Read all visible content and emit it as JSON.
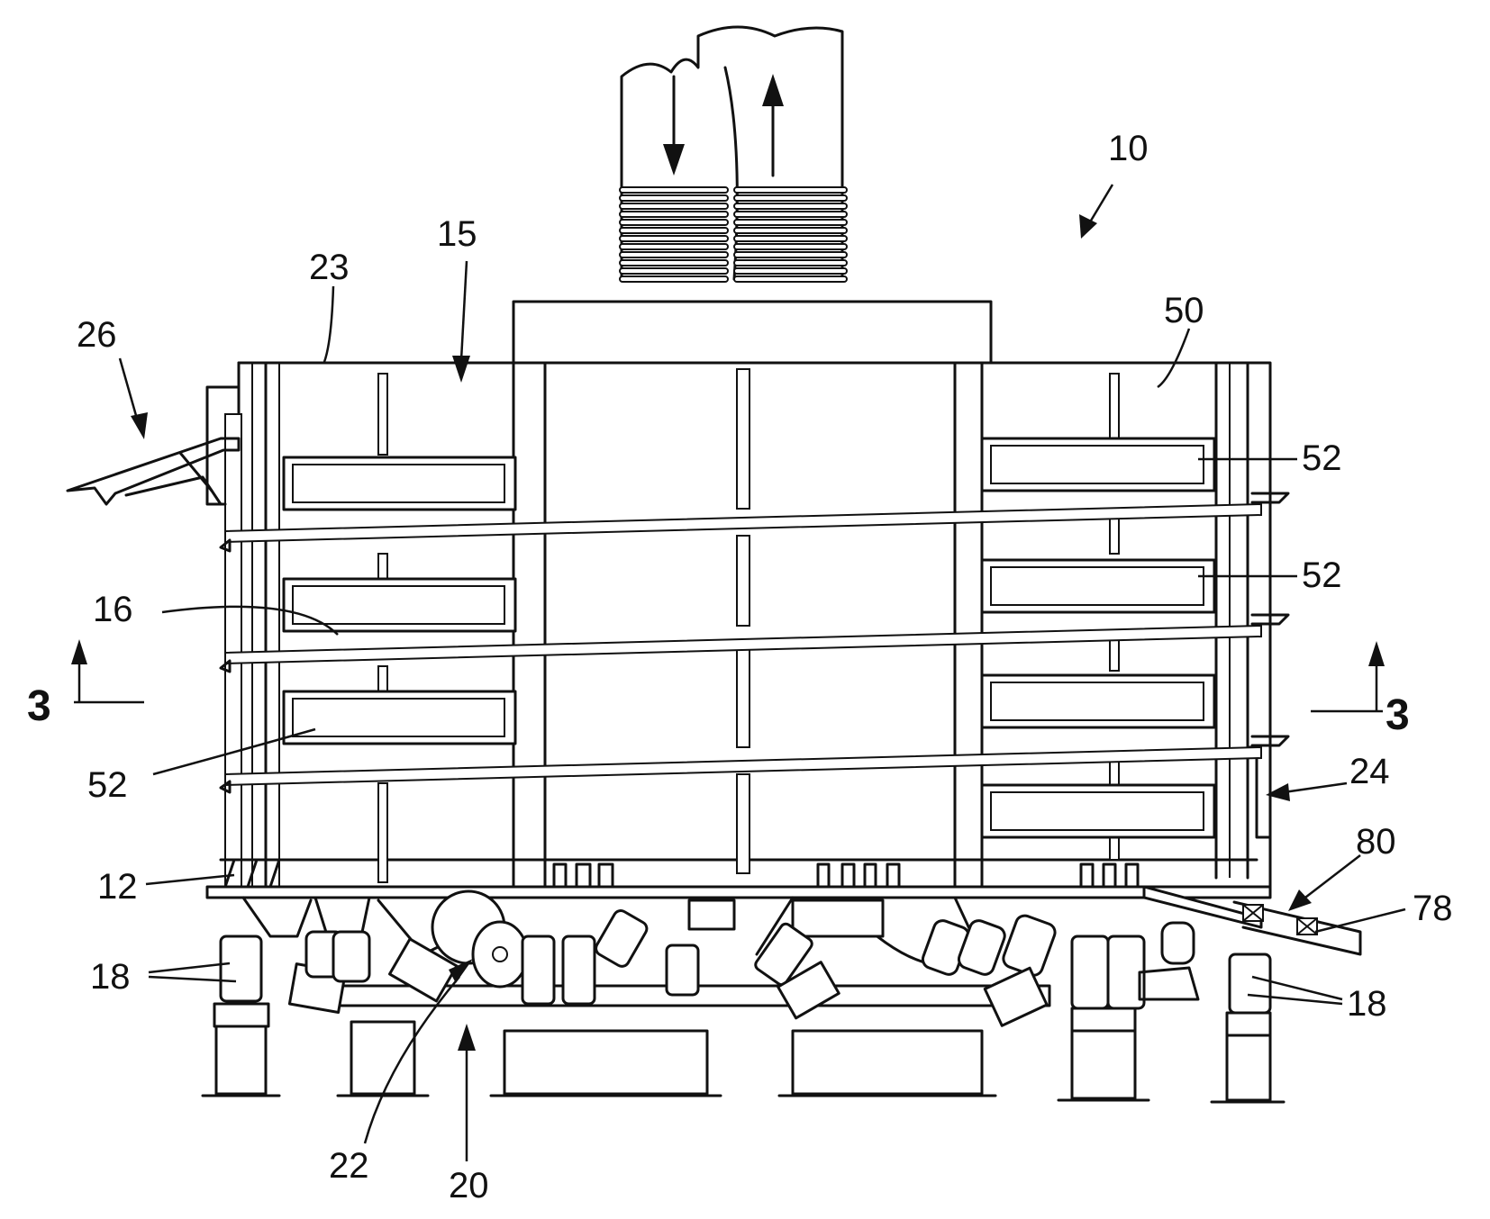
{
  "labels": {
    "ref_10": "10",
    "ref_15": "15",
    "ref_23": "23",
    "ref_26": "26",
    "ref_50": "50",
    "ref_52_a": "52",
    "ref_52_b": "52",
    "ref_52_c": "52",
    "ref_16": "16",
    "ref_3_left": "3",
    "ref_3_right": "3",
    "ref_24": "24",
    "ref_80": "80",
    "ref_78": "78",
    "ref_12": "12",
    "ref_18_left": "18",
    "ref_18_right": "18",
    "ref_22": "22",
    "ref_20": "20"
  }
}
